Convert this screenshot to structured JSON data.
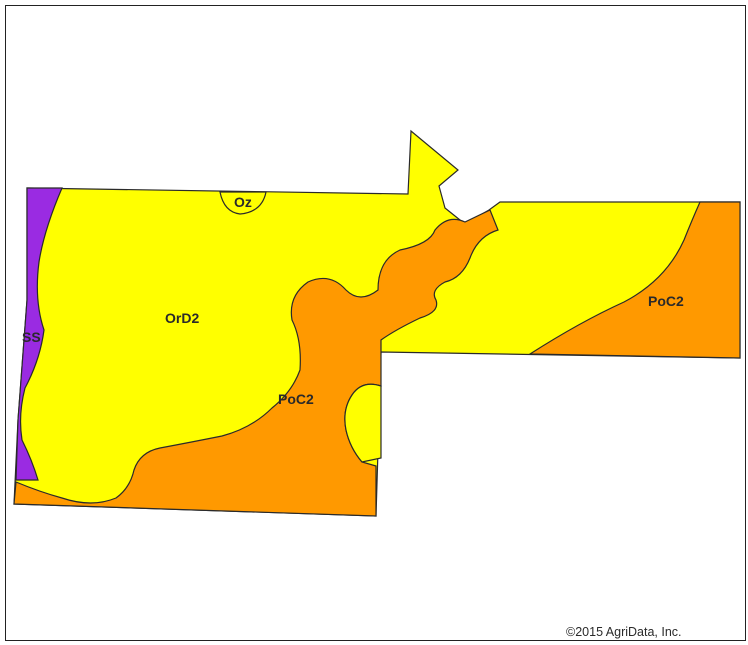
{
  "map": {
    "units": [
      {
        "symbol": "OrD2",
        "color": "#ffff00"
      },
      {
        "symbol": "PoC2",
        "color": "#ff9900"
      },
      {
        "symbol": "PoC2",
        "color": "#ff9900"
      },
      {
        "symbol": "Oz",
        "color": "#ffff00"
      },
      {
        "symbol": "SS",
        "color": "#9a2be2"
      }
    ],
    "copyright": "©2015 AgriData, Inc."
  }
}
